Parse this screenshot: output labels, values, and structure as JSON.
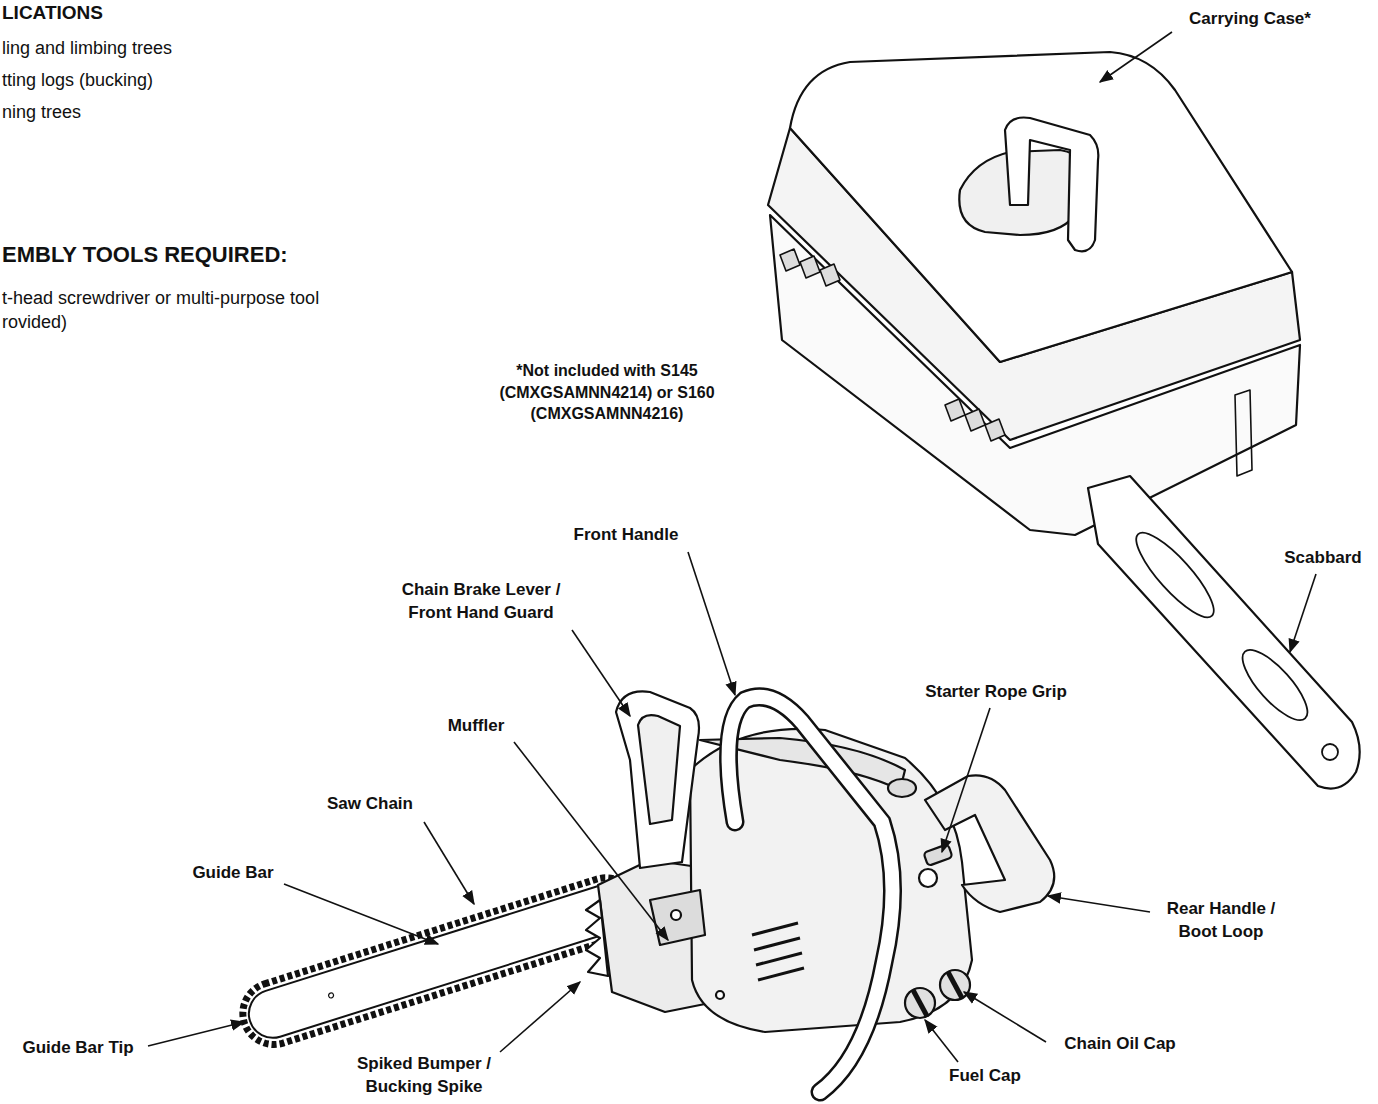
{
  "diagram": {
    "labels": [
      "LICATIONS",
      "ling and limbing trees",
      "tting logs (bucking)",
      "ning trees",
      "EMBLY TOOLS REQUIRED:",
      "t-head screwdriver or multi-purpose tool rovided)",
      "Carrying Case*",
      "*Not included with S145 (CMXGSAMNN4214) or S160 (CMXGSAMNN4216)",
      "Scabbard",
      "Front Handle",
      "Chain Brake Lever / Front Hand Guard",
      "Starter Rope Grip",
      "Muffler",
      "Saw Chain",
      "Guide Bar",
      "Rear Handle / Boot Loop",
      "Guide Bar Tip",
      "Spiked Bumper / Bucking Spike",
      "Chain Oil Cap",
      "Fuel Cap"
    ]
  }
}
